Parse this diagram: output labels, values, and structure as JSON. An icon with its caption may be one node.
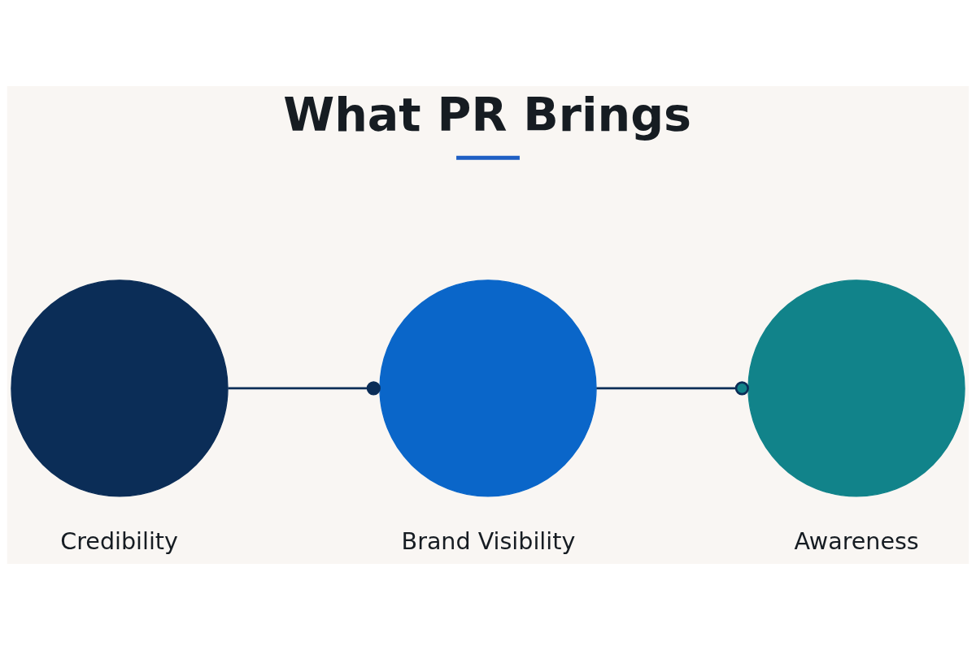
{
  "diagram": {
    "title": "What PR Brings",
    "nodes": [
      {
        "text": [
          "Credibility"
        ]
      },
      {
        "text": [
          "Brand Visibility"
        ]
      },
      {
        "text": [
          "Awareness"
        ]
      }
    ],
    "edges": [
      {
        "from": 0,
        "to": 1,
        "arrow": "other"
      },
      {
        "from": 1,
        "to": 2,
        "arrow": "other"
      }
    ]
  }
}
